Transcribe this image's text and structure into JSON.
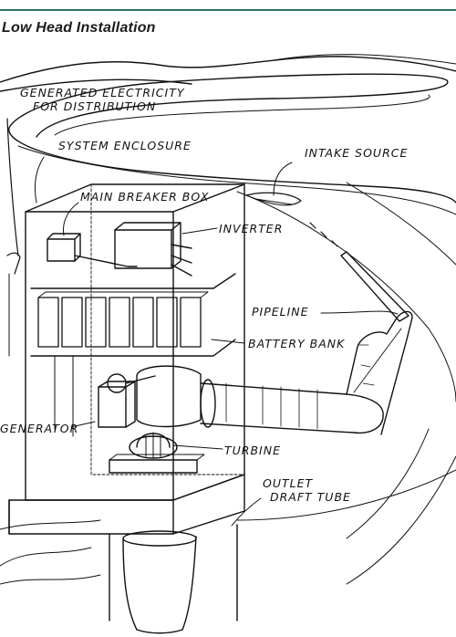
{
  "header": {
    "title": "Low Head Installation"
  },
  "labels": {
    "generated_electricity_line1": "GENERATED ELECTRICITY",
    "generated_electricity_line2": "FOR DISTRIBUTION",
    "system_enclosure": "SYSTEM ENCLOSURE",
    "intake_source": "INTAKE SOURCE",
    "main_breaker_box": "MAIN BREAKER BOX",
    "inverter": "INVERTER",
    "pipeline": "PIPELINE",
    "battery_bank": "BATTERY BANK",
    "generator": "GENERATOR",
    "turbine": "TURBINE",
    "outlet": "OUTLET",
    "draft_tube": "DRAFT TUBE"
  },
  "colors": {
    "rule": "#2f6f6a",
    "ink": "#111111"
  }
}
